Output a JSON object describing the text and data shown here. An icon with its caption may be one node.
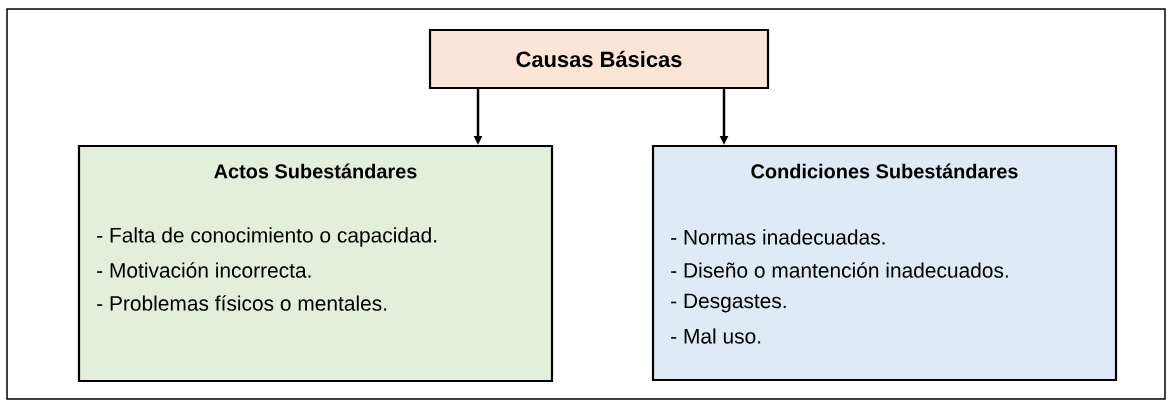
{
  "diagram": {
    "nodes": [
      {
        "text": [
          "Causas Básicas"
        ]
      },
      {
        "text": [
          "Actos Subestándares",
          "- Falta de conocimiento o capacidad.",
          "- Motivación incorrecta.",
          "- Problemas físicos o mentales."
        ]
      },
      {
        "text": [
          "Condiciones Subestándares",
          "- Normas inadecuadas.",
          "- Diseño o mantención inadecuados.",
          "- Desgastes.",
          "- Mal uso."
        ]
      }
    ],
    "edges": [
      {
        "from": 0,
        "to": 1,
        "arrow": "to"
      },
      {
        "from": 0,
        "to": 2,
        "arrow": "to"
      }
    ]
  }
}
